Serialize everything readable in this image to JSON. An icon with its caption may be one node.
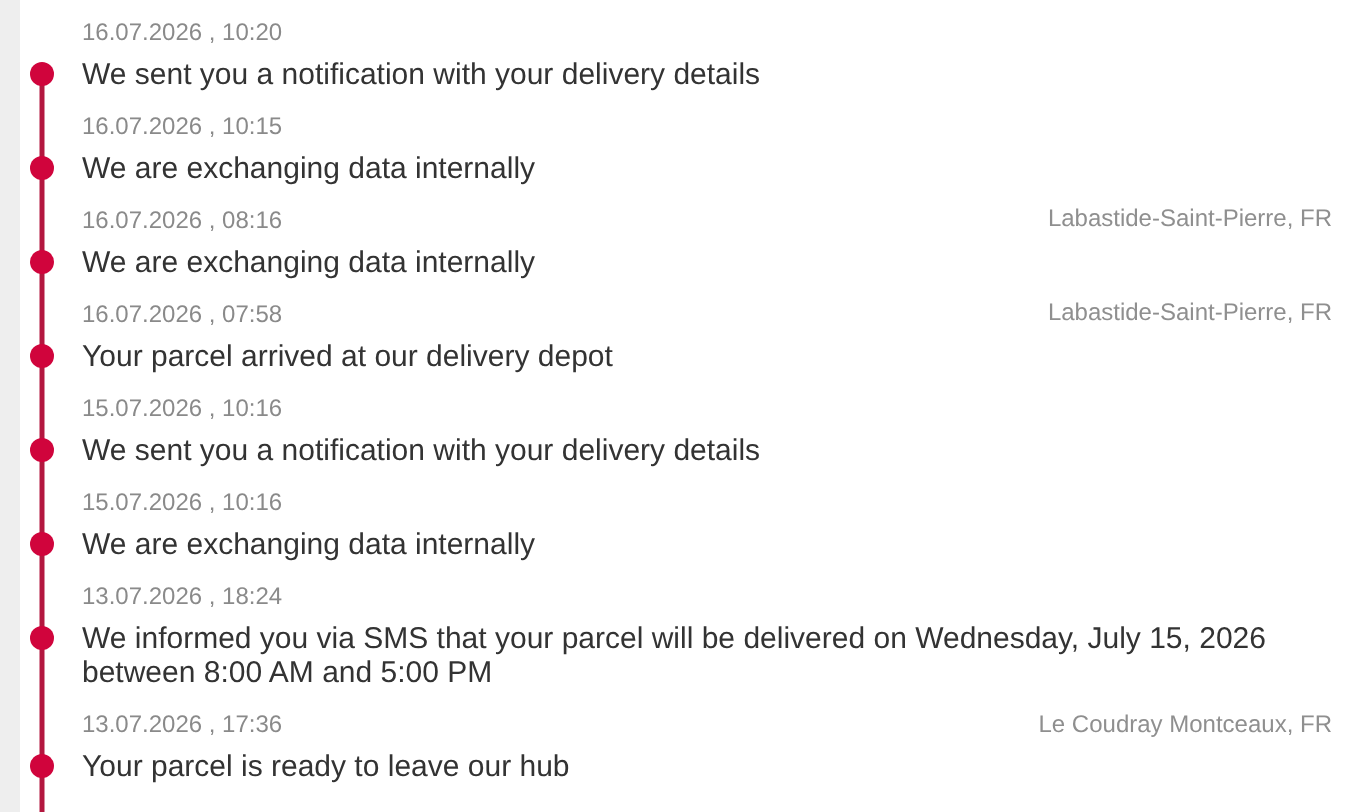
{
  "diagram": {
    "nodes": [
      {
        "text": [],
        "shape": "circle",
        "beside": [
          "16.07.2026 , 10:20",
          "We sent you a notification with your delivery details"
        ]
      },
      {
        "text": [],
        "shape": "circle",
        "beside": [
          "16.07.2026 , 10:15",
          "We are exchanging data internally"
        ]
      },
      {
        "text": [],
        "shape": "circle",
        "beside": [
          "16.07.2026 , 08:16",
          "We are exchanging data internally"
        ]
      },
      {
        "text": [],
        "shape": "circle",
        "beside": [
          "16.07.2026 , 07:58",
          "Your parcel arrived at our delivery depot"
        ]
      },
      {
        "text": [],
        "shape": "circle",
        "beside": [
          "15.07.2026 , 10:16",
          "We sent you a notification with your delivery details"
        ]
      },
      {
        "text": [],
        "shape": "circle",
        "beside": [
          "15.07.2026 , 10:16",
          "We are exchanging data internally"
        ]
      },
      {
        "text": [],
        "shape": "circle",
        "beside": [
          "13.07.2026 , 18:24",
          "We informed you via SMS that your parcel will be delivered on Wednesday, July 15, 2026 between 8:00 AM and 5:00 PM"
        ]
      },
      {
        "text": [],
        "shape": "circle",
        "beside": [
          "13.07.2026 , 17:36",
          "Your parcel is ready to leave our hub"
        ]
      }
    ],
    "edges": [
      {
        "from": 0,
        "to": 1,
        "arrow": "none"
      },
      {
        "from": 1,
        "to": 2,
        "arrow": "none"
      },
      {
        "from": 2,
        "to": 3,
        "arrow": "none"
      },
      {
        "from": 3,
        "to": 4,
        "arrow": "none"
      },
      {
        "from": 4,
        "to": 5,
        "arrow": "none"
      },
      {
        "from": 5,
        "to": 6,
        "arrow": "none"
      },
      {
        "from": 6,
        "to": 7,
        "arrow": "none"
      },
      {
        "from": 7,
        "to": null,
        "arrow": "none"
      }
    ],
    "labels": [
      "Labastide-Saint-Pierre, FR",
      "Labastide-Saint-Pierre, FR",
      "Le Coudray Montceaux, FR"
    ]
  }
}
